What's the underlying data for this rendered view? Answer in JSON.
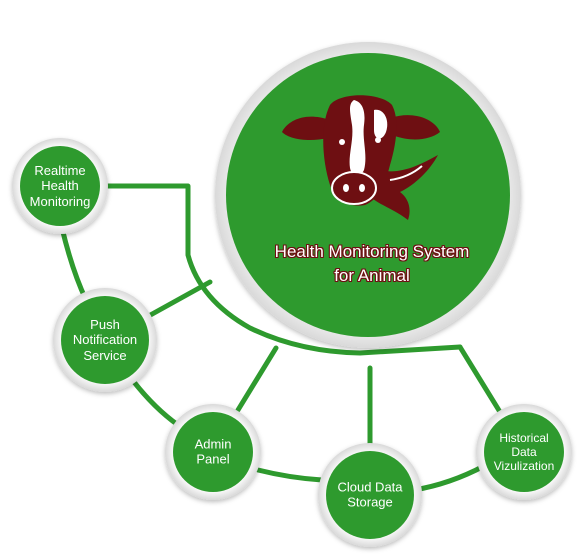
{
  "hub": {
    "title_line1": "Health Monitoring System",
    "title_line2": "for Animal",
    "icon": "cow-head-icon"
  },
  "nodes": {
    "realtime": {
      "line1": "Realtime",
      "line2": "Health",
      "line3": "Monitoring"
    },
    "push": {
      "line1": "Push",
      "line2": "Notification",
      "line3": "Service"
    },
    "admin": {
      "line1": "Admin",
      "line2": "Panel"
    },
    "cloud": {
      "line1": "Cloud Data",
      "line2": "Storage"
    },
    "historical": {
      "line1": "Historical",
      "line2": "Data",
      "line3": "Vizulization"
    }
  },
  "colors": {
    "green": "#2e9a2e",
    "cow": "#6e0f12",
    "background": "#ffffff"
  }
}
